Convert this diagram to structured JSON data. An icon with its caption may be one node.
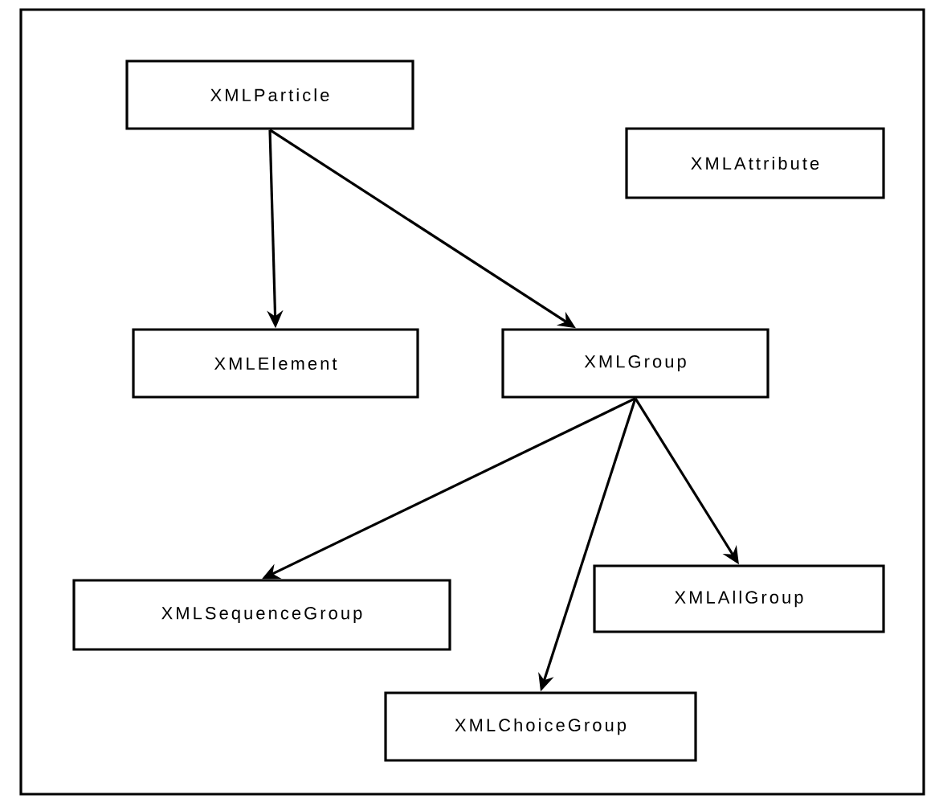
{
  "diagram": {
    "nodes": [
      {
        "text": [
          "XMLParticle"
        ]
      },
      {
        "text": [
          "XMLAttribute"
        ]
      },
      {
        "text": [
          "XMLElement"
        ]
      },
      {
        "text": [
          "XMLGroup"
        ]
      },
      {
        "text": [
          "XMLSequenceGroup"
        ]
      },
      {
        "text": [
          "XMLAllGroup"
        ]
      },
      {
        "text": [
          "XMLChoiceGroup"
        ]
      }
    ],
    "edges": [
      {
        "from": 0,
        "to": 2,
        "arrow": "to"
      },
      {
        "from": 0,
        "to": 3,
        "arrow": "to"
      },
      {
        "from": 3,
        "to": 4,
        "arrow": "to"
      },
      {
        "from": 3,
        "to": 6,
        "arrow": "to"
      },
      {
        "from": 3,
        "to": 5,
        "arrow": "to"
      }
    ]
  }
}
